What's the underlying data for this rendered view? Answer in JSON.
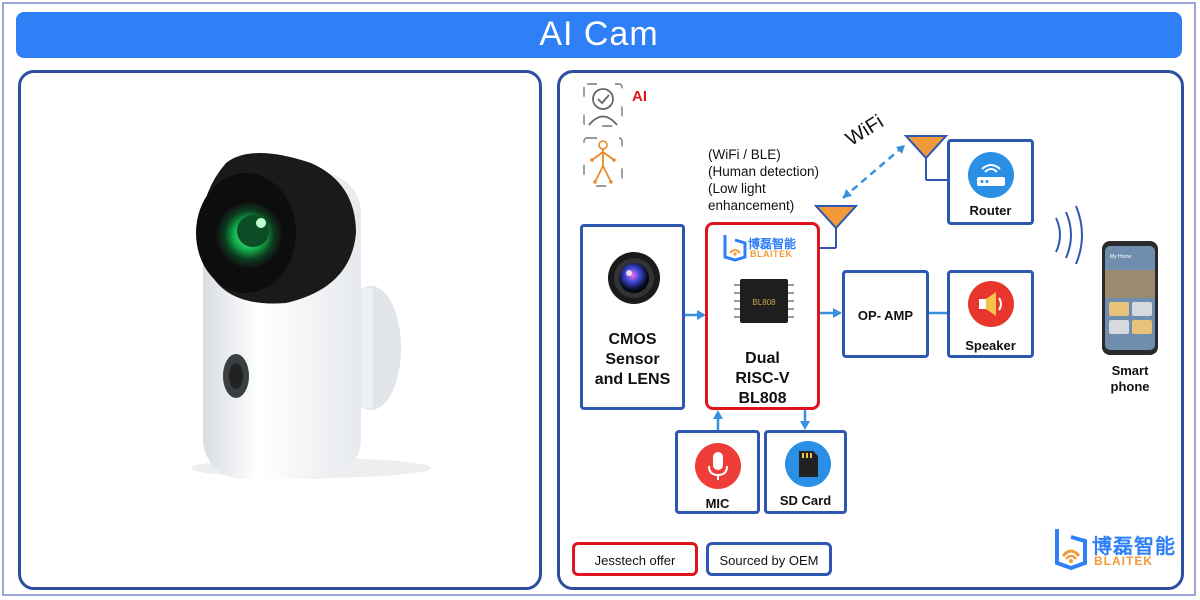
{
  "title": "AI Cam",
  "ai_label": "AI",
  "notes": [
    "(WiFi / BLE)",
    "(Human detection)",
    "(Low light",
    "enhancement)"
  ],
  "wifi_label": "WiFi",
  "blocks": {
    "cmos": [
      "CMOS",
      "Sensor",
      "and LENS"
    ],
    "soc": [
      "Dual",
      "RISC-V",
      "BL808"
    ],
    "opamp": "OP- AMP",
    "router": "Router",
    "speaker": "Speaker",
    "mic": "MIC",
    "sdcard": "SD Card",
    "phone": [
      "Smart",
      "phone"
    ]
  },
  "brand": {
    "chinese": "博磊智能",
    "latin": "BLAITEK"
  },
  "chip_marking": "BL808",
  "phone_screen_title": "My Home",
  "legend": {
    "offer": "Jesstech offer",
    "oem": "Sourced by OEM"
  },
  "colors": {
    "title_bg": "#2f7ff7",
    "panel_border": "#2d4f9e",
    "offer_red": "#e0151c",
    "arrow_blue": "#3b8fe0",
    "antenna_orange": "#f29a3a"
  }
}
